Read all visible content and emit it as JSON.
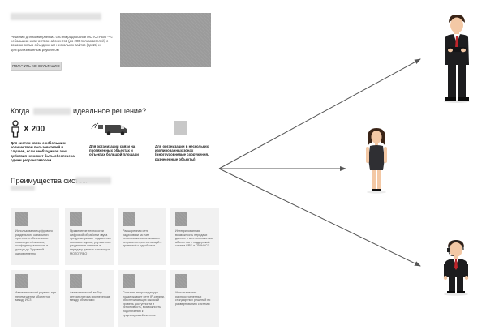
{
  "intro": {
    "text": "Решения для коммерческих систем радиосвязи MOTOTRBO™ с небольшим количеством абонентов (до 200 пользователей) с возможностью объединения нескольких сайтов (до 15) и централизованным роумингом",
    "button_label": "ПОЛУЧИТЬ КОНСУЛЬТАЦИЮ"
  },
  "when_section": {
    "heading_part1": "Когда",
    "heading_part2": "идеальное решение?",
    "count": "X 200",
    "features": [
      "Для систем связи с небольшим количеством пользователей и случаев, если необходимая зона действия не может быть обеспечена одним ретранслятором",
      "Для организации связи на протяженных объектах и объектах большой площади",
      "Для организации в нескольких изолированных зонах (многоуровневые сооружения, разнесенные объекты)"
    ]
  },
  "advantages_section": {
    "heading": "Преимущества систем",
    "cards": [
      "Использование цифрового раздельного канального протокола обеспечивает помехоустойчивость, конфиденциальность и доступ до 2 уровней одновременно",
      "Применение технологии цифровой обработки звука предусматривает подавление фоновых шумов, улучшенное разделение каналов и передачу данных с помощью MOTOTRBO",
      "Расширенная сеть радиосвязи за счет использования нескольких ретрансляторов и станций с привязкой к одной сети",
      "Интегрированная возможность передачи данных и местоположения абонентов с поддержкой систем GPS и ГЛОНАСС",
      "Автоматический роуминг при перемещении абонентов между ИСЗ",
      "Автоматический выбор ретранслятора при переходе между объектами",
      "Сильная инфраструктура поддерживает сети IP-сетями, обеспечивающих высокий уровень доступности и устойчивость, возможность подключения к существующей системе",
      "Использование распространенных стандартных решений по развертыванию системы"
    ]
  },
  "people": [
    "man-in-suit",
    "woman-in-dress",
    "man-with-headset"
  ],
  "colors": {
    "thumb": "#9b9b9b",
    "card_bg": "#f1f1f1",
    "arrow": "#555555",
    "suit_dark": "#1d1d1f",
    "dress": "#2f2f33",
    "skin": "#f3c8a5",
    "hair": "#3a2417",
    "tie": "#c0262c"
  }
}
